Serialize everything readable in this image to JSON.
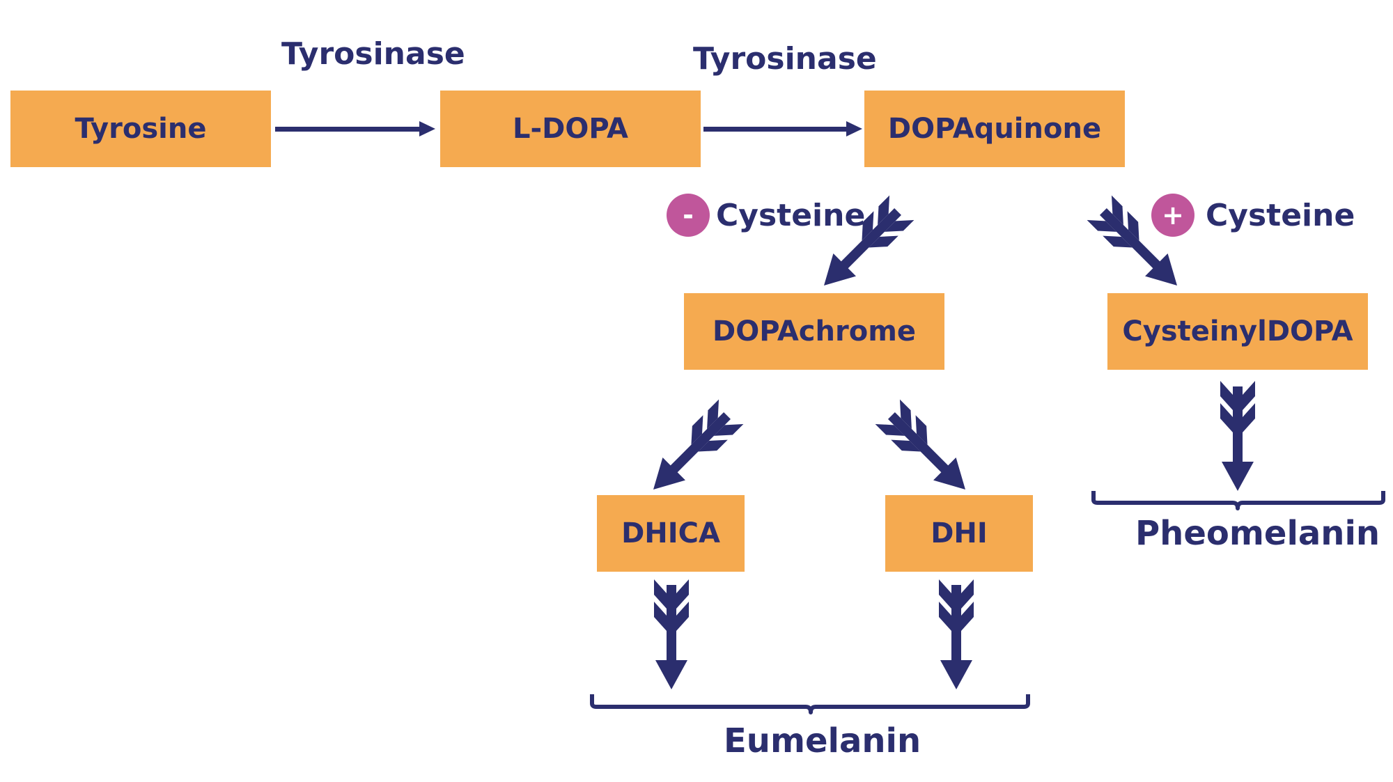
{
  "nodes": {
    "tyrosine": "Tyrosine",
    "ldopa": "L-DOPA",
    "dopaquinone": "DOPAquinone",
    "dopachrome": "DOPAchrome",
    "cysteinyldopa": "CysteinylDOPA",
    "dhica": "DHICA",
    "dhi": "DHI"
  },
  "enzymes": {
    "step1": "Tyrosinase",
    "step2": "Tyrosinase"
  },
  "conditions": {
    "minus_sign": "-",
    "minus_label": "Cysteine",
    "plus_sign": "+",
    "plus_label": "Cysteine"
  },
  "products": {
    "eumelanin": "Eumelanin",
    "pheomelanin": "Pheomelanin"
  },
  "colors": {
    "box_fill": "#f5aa50",
    "arrow": "#2b2e6e",
    "text": "#2b2e6e",
    "badge": "#c0569b"
  }
}
